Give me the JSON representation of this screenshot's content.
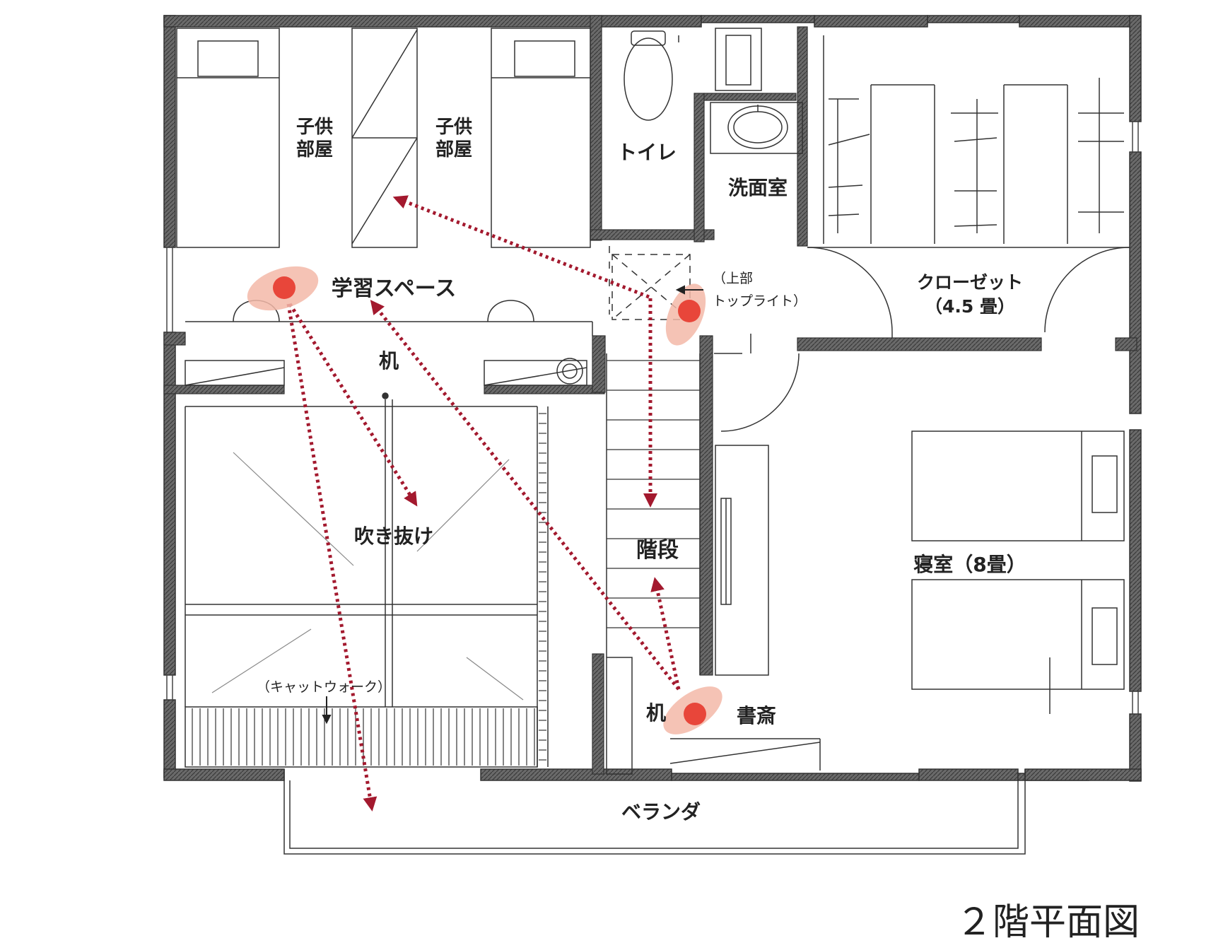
{
  "title": "２階平面図",
  "rooms": {
    "kids_room_1": [
      "子供",
      "部屋"
    ],
    "kids_room_2": [
      "子供",
      "部屋"
    ],
    "toilet": "トイレ",
    "washroom": "洗面室",
    "closet": [
      "クローゼット",
      "（4.5 畳）"
    ],
    "study_space": "学習スペース",
    "desk_upper": "机",
    "skylight_note": [
      "（上部",
      "トップライト）"
    ],
    "atrium": "吹き抜け",
    "stairs": "階段",
    "bedroom": "寝室（8畳）",
    "catwalk": "（キャットウォーク）",
    "desk_lower": "机",
    "study": "書斎",
    "veranda": "ベランダ"
  },
  "colors": {
    "sightline": "#a3192e",
    "marker": "#e8463a",
    "marker_halo": "#f3b9a8",
    "wall": "#555555",
    "line": "#333333"
  }
}
